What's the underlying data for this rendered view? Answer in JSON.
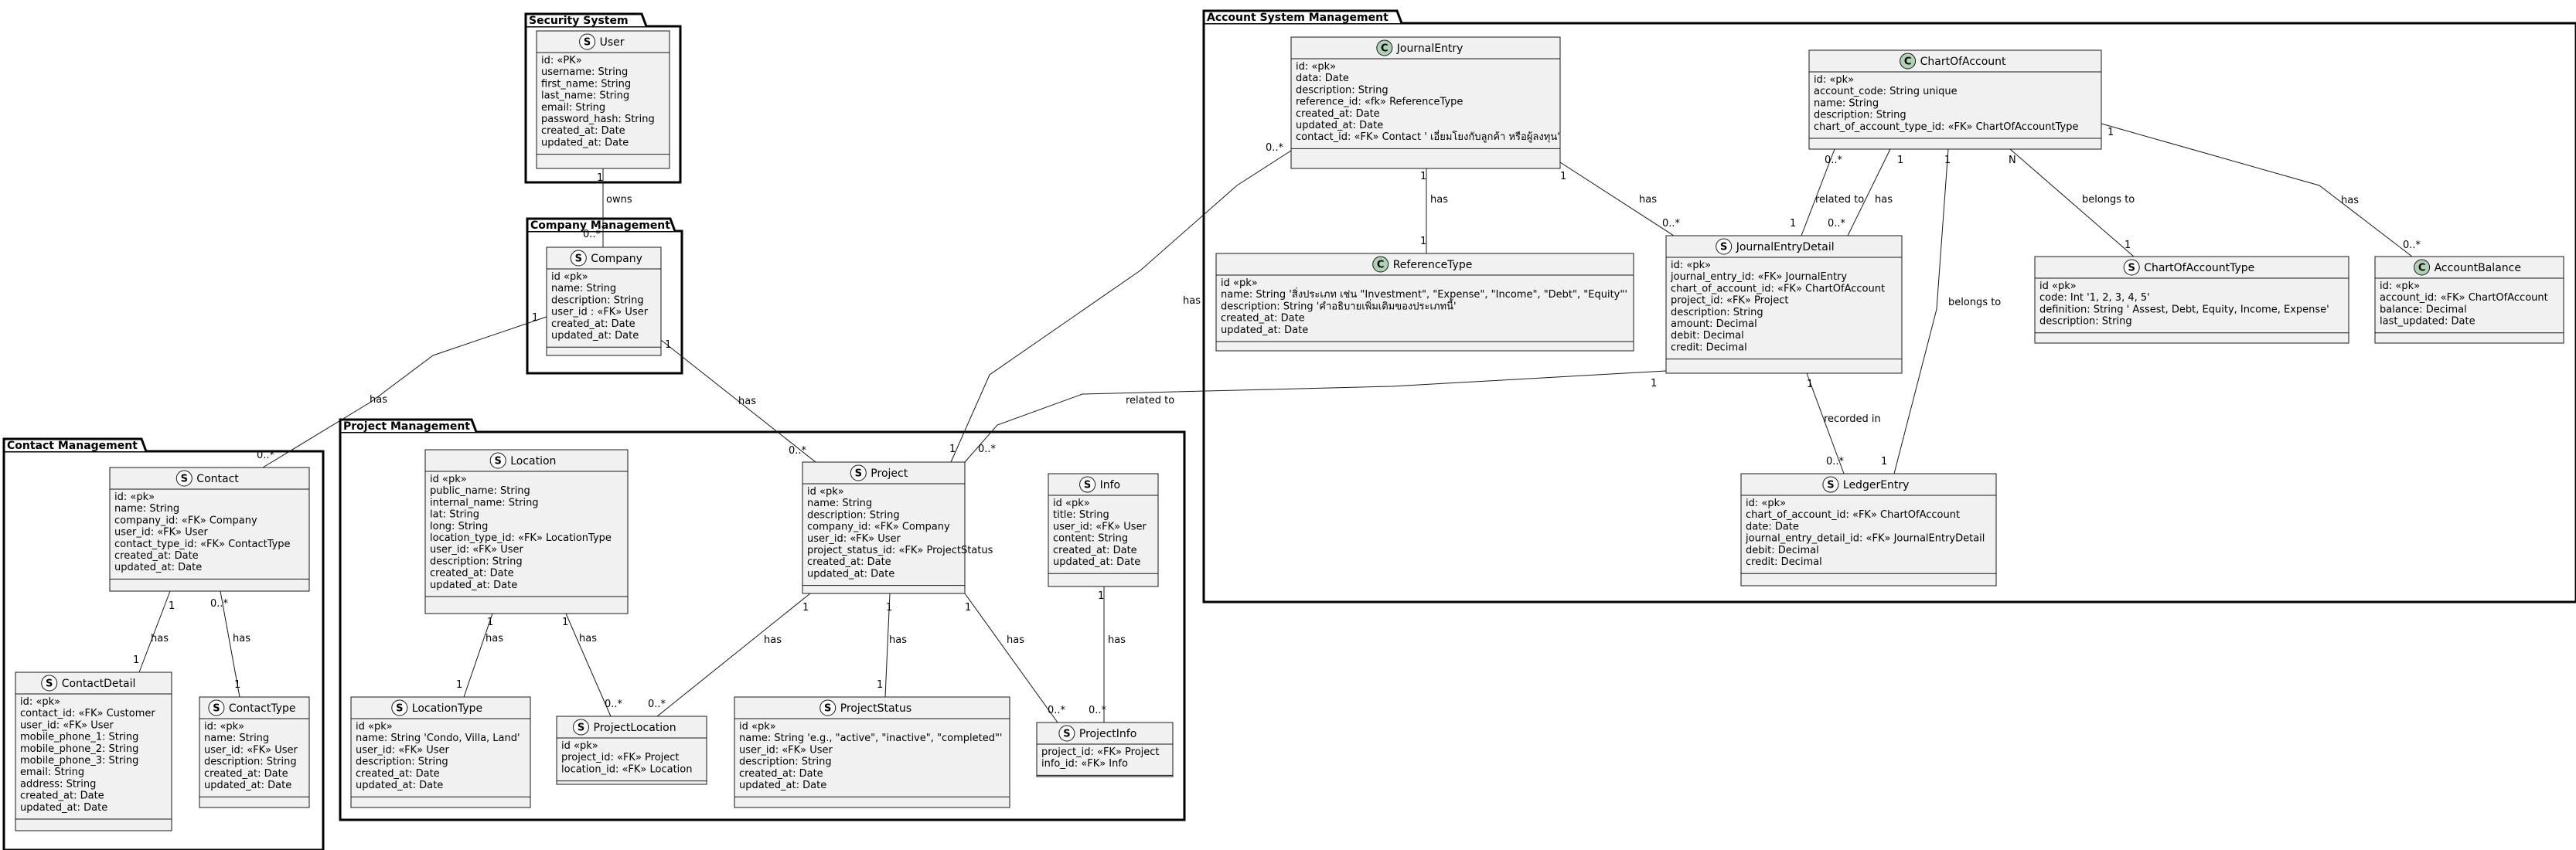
{
  "packages": [
    {
      "id": "security",
      "title": "Security System"
    },
    {
      "id": "company",
      "title": "Company Management"
    },
    {
      "id": "account",
      "title": "Account System Management"
    },
    {
      "id": "contact",
      "title": "Contact Management"
    },
    {
      "id": "project",
      "title": "Project Management"
    }
  ],
  "classes": [
    {
      "id": "User",
      "stereotype": "S",
      "name": "User",
      "attributes": [
        "id: «PK»",
        "username: String",
        "first_name: String",
        "last_name: String",
        "email: String",
        "password_hash: String",
        "created_at: Date",
        "updated_at: Date"
      ]
    },
    {
      "id": "Company",
      "stereotype": "S",
      "name": "Company",
      "attributes": [
        "id «pk»",
        "name: String",
        "description: String",
        "user_id : «FK» User",
        "created_at: Date",
        "updated_at: Date"
      ]
    },
    {
      "id": "JournalEntry",
      "stereotype": "C",
      "name": "JournalEntry",
      "attributes": [
        "id: «pk»",
        "data: Date",
        "description: String",
        "reference_id: «fk» ReferenceType",
        "created_at: Date",
        "updated_at: Date",
        "contact_id: «FK» Contact ' เอี่ยมโยงกับลูกค้า หรือผู้ลงทุน'"
      ]
    },
    {
      "id": "ChartOfAccount",
      "stereotype": "C",
      "name": "ChartOfAccount",
      "attributes": [
        "id: «pk»",
        "account_code: String unique",
        "name: String",
        "description: String",
        "chart_of_account_type_id: «FK» ChartOfAccountType"
      ]
    },
    {
      "id": "ReferenceType",
      "stereotype": "C",
      "name": "ReferenceType",
      "attributes": [
        "id «pk»",
        "name: String  'สิ่งประเภท เช่น \"Investment\", \"Expense\", \"Income\", \"Debt\", \"Equity\"'",
        "description: String  'คำอธิบายเพิ่มเติมของประเภทนี้'",
        "created_at: Date",
        "updated_at: Date"
      ]
    },
    {
      "id": "JournalEntryDetail",
      "stereotype": "S",
      "name": "JournalEntryDetail",
      "attributes": [
        "id: «pk»",
        "journal_entry_id: «FK» JournalEntry",
        "chart_of_account_id: «FK» ChartOfAccount",
        "project_id: «FK» Project",
        "description: String",
        "amount: Decimal",
        "debit: Decimal",
        "credit: Decimal"
      ]
    },
    {
      "id": "ChartOfAccountType",
      "stereotype": "S",
      "name": "ChartOfAccountType",
      "attributes": [
        "id «pk»",
        "code: Int '1, 2, 3, 4, 5'",
        "definition: String ' Assest, Debt, Equity, Income, Expense'",
        "description: String"
      ]
    },
    {
      "id": "AccountBalance",
      "stereotype": "C",
      "name": "AccountBalance",
      "attributes": [
        "id: «pk»",
        "account_id: «FK» ChartOfAccount",
        "balance: Decimal",
        "last_updated: Date"
      ]
    },
    {
      "id": "LedgerEntry",
      "stereotype": "S",
      "name": "LedgerEntry",
      "attributes": [
        "id: «pk»",
        "chart_of_account_id: «FK» ChartOfAccount",
        "date: Date",
        "journal_entry_detail_id: «FK» JournalEntryDetail",
        "debit: Decimal",
        "credit: Decimal"
      ]
    },
    {
      "id": "Contact",
      "stereotype": "S",
      "name": "Contact",
      "attributes": [
        "id: «pk»",
        "name: String",
        "company_id: «FK» Company",
        "user_id: «FK» User",
        "contact_type_id: «FK» ContactType",
        "created_at: Date",
        "updated_at: Date"
      ]
    },
    {
      "id": "ContactDetail",
      "stereotype": "S",
      "name": "ContactDetail",
      "attributes": [
        "id: «pk»",
        "contact_id: «FK» Customer",
        "user_id: «FK» User",
        "mobile_phone_1: String",
        "mobile_phone_2: String",
        "mobile_phone_3: String",
        "email: String",
        "address: String",
        "created_at: Date",
        "updated_at: Date"
      ]
    },
    {
      "id": "ContactType",
      "stereotype": "S",
      "name": "ContactType",
      "attributes": [
        "id: «pk»",
        "name: String",
        "user_id: «FK» User",
        "description: String",
        "created_at: Date",
        "updated_at: Date"
      ]
    },
    {
      "id": "Location",
      "stereotype": "S",
      "name": "Location",
      "attributes": [
        "id «pk»",
        "public_name: String",
        "internal_name: String",
        "lat: String",
        "long: String",
        "location_type_id: «FK» LocationType",
        "user_id: «FK» User",
        "description: String",
        "created_at: Date",
        "updated_at: Date"
      ]
    },
    {
      "id": "Project",
      "stereotype": "S",
      "name": "Project",
      "attributes": [
        "id «pk»",
        "name: String",
        "description: String",
        "company_id: «FK» Company",
        "user_id: «FK» User",
        "project_status_id: «FK» ProjectStatus",
        "created_at: Date",
        "updated_at: Date"
      ]
    },
    {
      "id": "Info",
      "stereotype": "S",
      "name": "Info",
      "attributes": [
        "id «pk»",
        "title: String",
        "user_id: «FK» User",
        "content: String",
        "created_at: Date",
        "updated_at: Date"
      ]
    },
    {
      "id": "LocationType",
      "stereotype": "S",
      "name": "LocationType",
      "attributes": [
        "id «pk»",
        "name: String 'Condo, Villa, Land'",
        "user_id: «FK» User",
        "description: String",
        "created_at: Date",
        "updated_at: Date"
      ]
    },
    {
      "id": "ProjectLocation",
      "stereotype": "S",
      "name": "ProjectLocation",
      "attributes": [
        "id «pk»",
        "project_id: «FK» Project",
        "location_id: «FK» Location"
      ]
    },
    {
      "id": "ProjectStatus",
      "stereotype": "S",
      "name": "ProjectStatus",
      "attributes": [
        "id «pk»",
        "name: String 'e.g., \"active\", \"inactive\", \"completed\"'",
        "user_id: «FK» User",
        "description: String",
        "created_at: Date",
        "updated_at: Date"
      ]
    },
    {
      "id": "ProjectInfo",
      "stereotype": "S",
      "name": "ProjectInfo",
      "attributes": [
        "project_id: «FK» Project",
        "info_id: «FK» Info"
      ]
    }
  ],
  "relations": [
    {
      "id": "r1",
      "label": "owns",
      "m1": "1",
      "m2": "0..*"
    },
    {
      "id": "r2",
      "label": "has",
      "m1": "1",
      "m2": "0..*"
    },
    {
      "id": "r3",
      "label": "has",
      "m1": "1",
      "m2": "0..*"
    },
    {
      "id": "r4",
      "label": "has",
      "m1": "1",
      "m2": "1"
    },
    {
      "id": "r5",
      "label": "has",
      "m1": "0..*",
      "m2": "1"
    },
    {
      "id": "r6",
      "label": "has",
      "m1": "1",
      "m2": "1"
    },
    {
      "id": "r7",
      "label": "has",
      "m1": "1",
      "m2": "0..*"
    },
    {
      "id": "r8",
      "label": "has",
      "m1": "1",
      "m2": "0..*"
    },
    {
      "id": "r9",
      "label": "has",
      "m1": "1",
      "m2": "1"
    },
    {
      "id": "r10",
      "label": "has",
      "m1": "1",
      "m2": "0..*"
    },
    {
      "id": "r11",
      "label": "has",
      "m1": "1",
      "m2": "0..*"
    },
    {
      "id": "r12",
      "label": "has",
      "m1": "0..*",
      "m2": "1"
    },
    {
      "id": "r13",
      "label": "related to",
      "m1": "1",
      "m2": "0..*"
    },
    {
      "id": "r14",
      "label": "has",
      "m1": "1",
      "m2": "1"
    },
    {
      "id": "r15",
      "label": "has",
      "m1": "1",
      "m2": "0..*"
    },
    {
      "id": "r16",
      "label": "related to",
      "m1": "0..*",
      "m2": "1"
    },
    {
      "id": "r17",
      "label": "has",
      "m1": "1",
      "m2": "0..*"
    },
    {
      "id": "r18",
      "label": "belongs to",
      "m1": "1",
      "m2": "1"
    },
    {
      "id": "r19",
      "label": "belongs to",
      "m1": "N",
      "m2": "1"
    },
    {
      "id": "r20",
      "label": "has",
      "m1": "1",
      "m2": "0..*"
    },
    {
      "id": "r21",
      "label": "recorded in",
      "m1": "1",
      "m2": "0..*"
    }
  ]
}
